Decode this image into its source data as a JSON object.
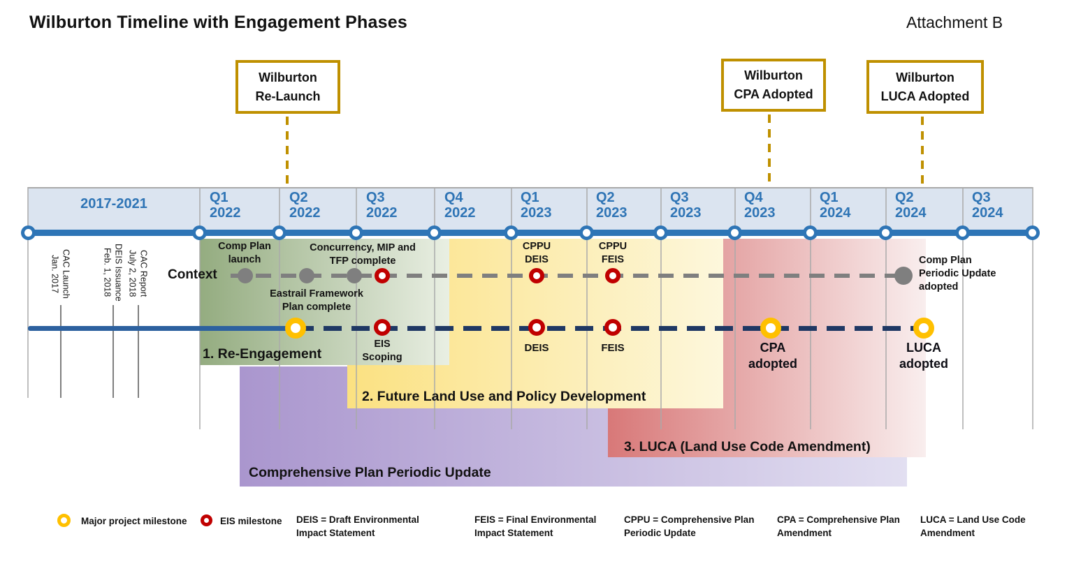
{
  "title": "Wilburton Timeline with Engagement Phases",
  "attachment": "Attachment B",
  "colors": {
    "timeline_blue": "#2E75B6",
    "header_text_blue": "#2E74B5",
    "callout_gold": "#BF9000",
    "context_gray": "#7F7F7F",
    "project_navy": "#1F3864",
    "eis_red": "#C00000",
    "milestone_yellow": "#FFC000",
    "phase_green": "#94AC80",
    "phase_yellow": "#FBE181",
    "phase_red": "#D87878",
    "phase_purple": "#AA96CE"
  },
  "callouts": [
    {
      "label": "Wilburton\nRe-Launch"
    },
    {
      "label": "Wilburton\nCPA Adopted"
    },
    {
      "label": "Wilburton\nLUCA Adopted"
    }
  ],
  "header": {
    "columns": [
      {
        "label": "2017-2021"
      },
      {
        "label": "Q1\n2022"
      },
      {
        "label": "Q2\n2022"
      },
      {
        "label": "Q3\n2022"
      },
      {
        "label": "Q4\n2022"
      },
      {
        "label": "Q1\n2023"
      },
      {
        "label": "Q2\n2023"
      },
      {
        "label": "Q3\n2023"
      },
      {
        "label": "Q4\n2023"
      },
      {
        "label": "Q1\n2024"
      },
      {
        "label": "Q2\n2024"
      },
      {
        "label": "Q3\n2024"
      }
    ]
  },
  "early_events": [
    {
      "label": "CAC Launch\nJan. 2017"
    },
    {
      "label": "DEIS Issuance\nFeb. 1, 2018"
    },
    {
      "label": "CAC Report\nJuly 2, 2018"
    }
  ],
  "context_row": {
    "label": "Context",
    "milestones": [
      {
        "type": "context-event",
        "label": "Comp Plan\nlaunch"
      },
      {
        "type": "context-event",
        "label": ""
      },
      {
        "type": "context-event",
        "label": "Concurrency, MIP and\nTFP complete"
      },
      {
        "type": "eis-milestone",
        "label": ""
      },
      {
        "type": "eis-milestone",
        "label": "CPPU\nDEIS"
      },
      {
        "type": "eis-milestone",
        "label": "CPPU\nFEIS"
      },
      {
        "type": "context-event",
        "label": "Comp Plan\nPeriodic Update\nadopted"
      }
    ]
  },
  "project_row": {
    "milestones": [
      {
        "type": "major-milestone",
        "label": "Eastrail Framework\nPlan complete"
      },
      {
        "type": "eis-milestone",
        "label": "EIS\nScoping"
      },
      {
        "type": "eis-milestone",
        "label": "DEIS"
      },
      {
        "type": "eis-milestone",
        "label": "FEIS"
      },
      {
        "type": "major-milestone",
        "label": "CPA\nadopted"
      },
      {
        "type": "major-milestone",
        "label": "LUCA\nadopted"
      }
    ]
  },
  "phases": {
    "re_engagement": "1. Re-Engagement",
    "future_land_use": "2. Future Land Use and Policy Development",
    "luca": "3. LUCA (Land Use Code Amendment)",
    "cppu": "Comprehensive Plan Periodic Update"
  },
  "legend": {
    "major_milestone": "Major project milestone",
    "eis_milestone": "EIS milestone",
    "deis_def": "DEIS = Draft Environmental\nImpact Statement",
    "feis_def": "FEIS = Final Environmental\nImpact Statement",
    "cppu_def": "CPPU = Comprehensive Plan\nPeriodic Update",
    "cpa_def": "CPA  = Comprehensive Plan\nAmendment",
    "luca_def": "LUCA = Land Use Code\nAmendment"
  }
}
